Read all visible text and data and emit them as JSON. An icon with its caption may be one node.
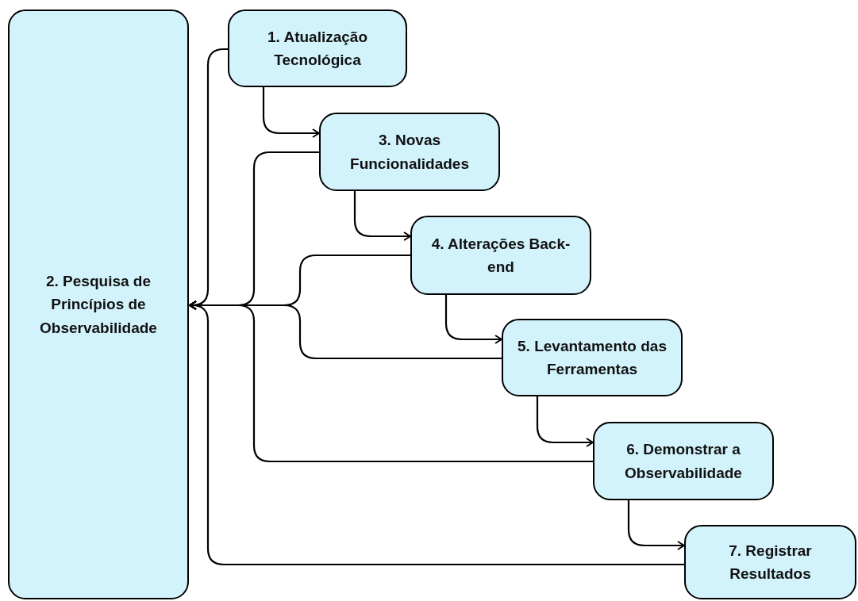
{
  "diagram": {
    "nodes": [
      {
        "text": [
          "1. Atualização Tecnológica"
        ]
      },
      {
        "text": [
          "2. Pesquisa de Princípios de Observabilidade"
        ]
      },
      {
        "text": [
          "3. Novas Funcionalidades"
        ]
      },
      {
        "text": [
          "4. Alterações Back-end"
        ]
      },
      {
        "text": [
          "5. Levantamento das Ferramentas"
        ]
      },
      {
        "text": [
          "6. Demonstrar a Observabilidade"
        ]
      },
      {
        "text": [
          "7. Registrar Resultados"
        ]
      }
    ],
    "edges": [
      {
        "from": 0,
        "to": 2,
        "arrow": "to"
      },
      {
        "from": 2,
        "to": 3,
        "arrow": "to"
      },
      {
        "from": 3,
        "to": 4,
        "arrow": "to"
      },
      {
        "from": 4,
        "to": 5,
        "arrow": "to"
      },
      {
        "from": 5,
        "to": 6,
        "arrow": "to"
      },
      {
        "from": 0,
        "to": 1,
        "arrow": "to"
      },
      {
        "from": 2,
        "to": 1,
        "arrow": "to"
      },
      {
        "from": 3,
        "to": 1,
        "arrow": "to"
      },
      {
        "from": 4,
        "to": 1,
        "arrow": "to"
      },
      {
        "from": 5,
        "to": 1,
        "arrow": "to"
      },
      {
        "from": 6,
        "to": 1,
        "arrow": "to"
      }
    ]
  }
}
